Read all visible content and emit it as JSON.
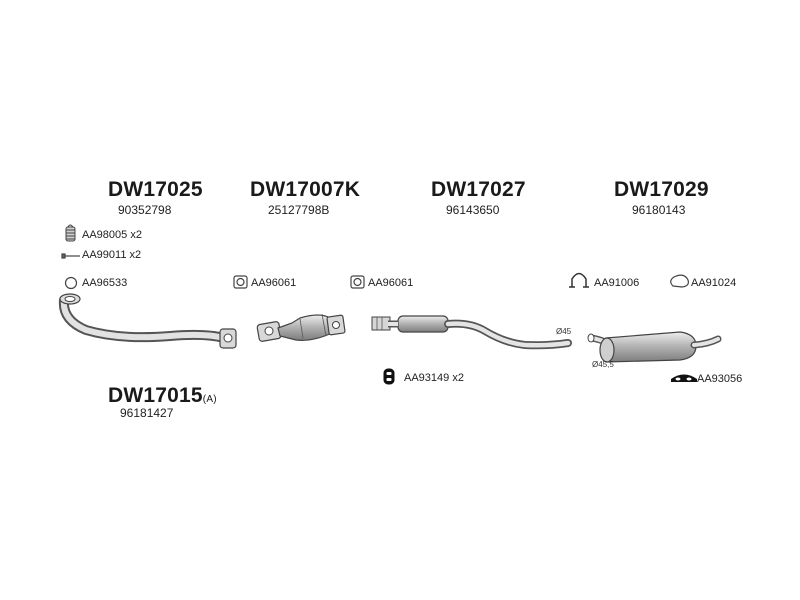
{
  "parts": [
    {
      "code": "DW17025",
      "number": "90352798"
    },
    {
      "code": "DW17007K",
      "number": "25127798B"
    },
    {
      "code": "DW17027",
      "number": "96143650"
    },
    {
      "code": "DW17029",
      "number": "96180143"
    },
    {
      "code": "DW17015",
      "suffix": "(A)",
      "number": "96181427"
    }
  ],
  "accessories": [
    {
      "code": "AA98005",
      "qty": "x2",
      "icon": "spring-clamp-icon"
    },
    {
      "code": "AA99011",
      "qty": "x2",
      "icon": "bolt-icon"
    },
    {
      "code": "AA96533",
      "qty": "",
      "icon": "ring-gasket-icon"
    },
    {
      "code": "AA96061",
      "qty": "",
      "icon": "square-gasket-icon"
    },
    {
      "code": "AA96061",
      "qty": "",
      "icon": "square-gasket-icon"
    },
    {
      "code": "AA93149",
      "qty": "x2",
      "icon": "rubber-mount-icon"
    },
    {
      "code": "AA91006",
      "qty": "",
      "icon": "u-clamp-icon"
    },
    {
      "code": "AA91024",
      "qty": "",
      "icon": "hanger-ring-icon"
    },
    {
      "code": "AA93056",
      "qty": "",
      "icon": "rubber-strap-icon"
    }
  ],
  "diameters": {
    "mid_pipe": "Ø45",
    "rear_box": "Ø45,5"
  },
  "colors": {
    "line": "#444444",
    "fill_light": "#e6e6e6",
    "fill_mid": "#bdbdbd",
    "fill_dark": "#8a8a8a"
  }
}
